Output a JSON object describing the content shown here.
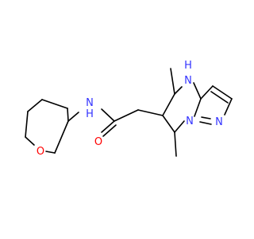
{
  "molecule": {
    "atoms": {
      "amide_n": {
        "symbol": "N",
        "hydrogen": "H",
        "color": "#3333ff"
      },
      "ring_nh": {
        "symbol": "N",
        "hydrogen": "H",
        "color": "#3333ff"
      },
      "bridge_n": {
        "symbol": "N",
        "color": "#3333ff"
      },
      "pyrazole_n": {
        "symbol": "N",
        "color": "#3333ff"
      },
      "carbonyl_o": {
        "symbol": "O",
        "color": "#ff0000"
      },
      "oxepane_o": {
        "symbol": "O",
        "color": "#ff0000"
      }
    }
  }
}
